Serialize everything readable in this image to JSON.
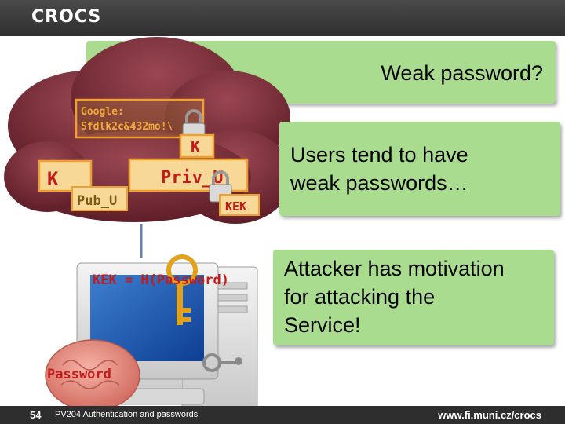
{
  "header": {
    "logo": "CROCS"
  },
  "callouts": {
    "question": "Weak password?",
    "users_line1": "Users tend to have",
    "users_line2": "weak passwords…",
    "attacker_line1": "Attacker has motivation",
    "attacker_line2": "for attacking the",
    "attacker_line3": "Service!"
  },
  "diagram": {
    "google_line1": "Google:",
    "google_line2": "Sfdlk2c&432mo!\\",
    "key_k_cloud": "K",
    "key_k_left": "K",
    "priv_u": "Priv_U",
    "pub_u": "Pub_U",
    "kek": "KEK",
    "kek_formula": "KEK = H(Password)",
    "password": "Password"
  },
  "footer": {
    "page_number": "54",
    "course": "PV204 Authentication and passwords",
    "url": "www.fi.muni.cz/crocs"
  },
  "colors": {
    "callout_green": "#a9dc8e",
    "cloud_maroon": "#6f2530",
    "label_red": "#c31a1a",
    "box_orange": "#f0a030"
  }
}
